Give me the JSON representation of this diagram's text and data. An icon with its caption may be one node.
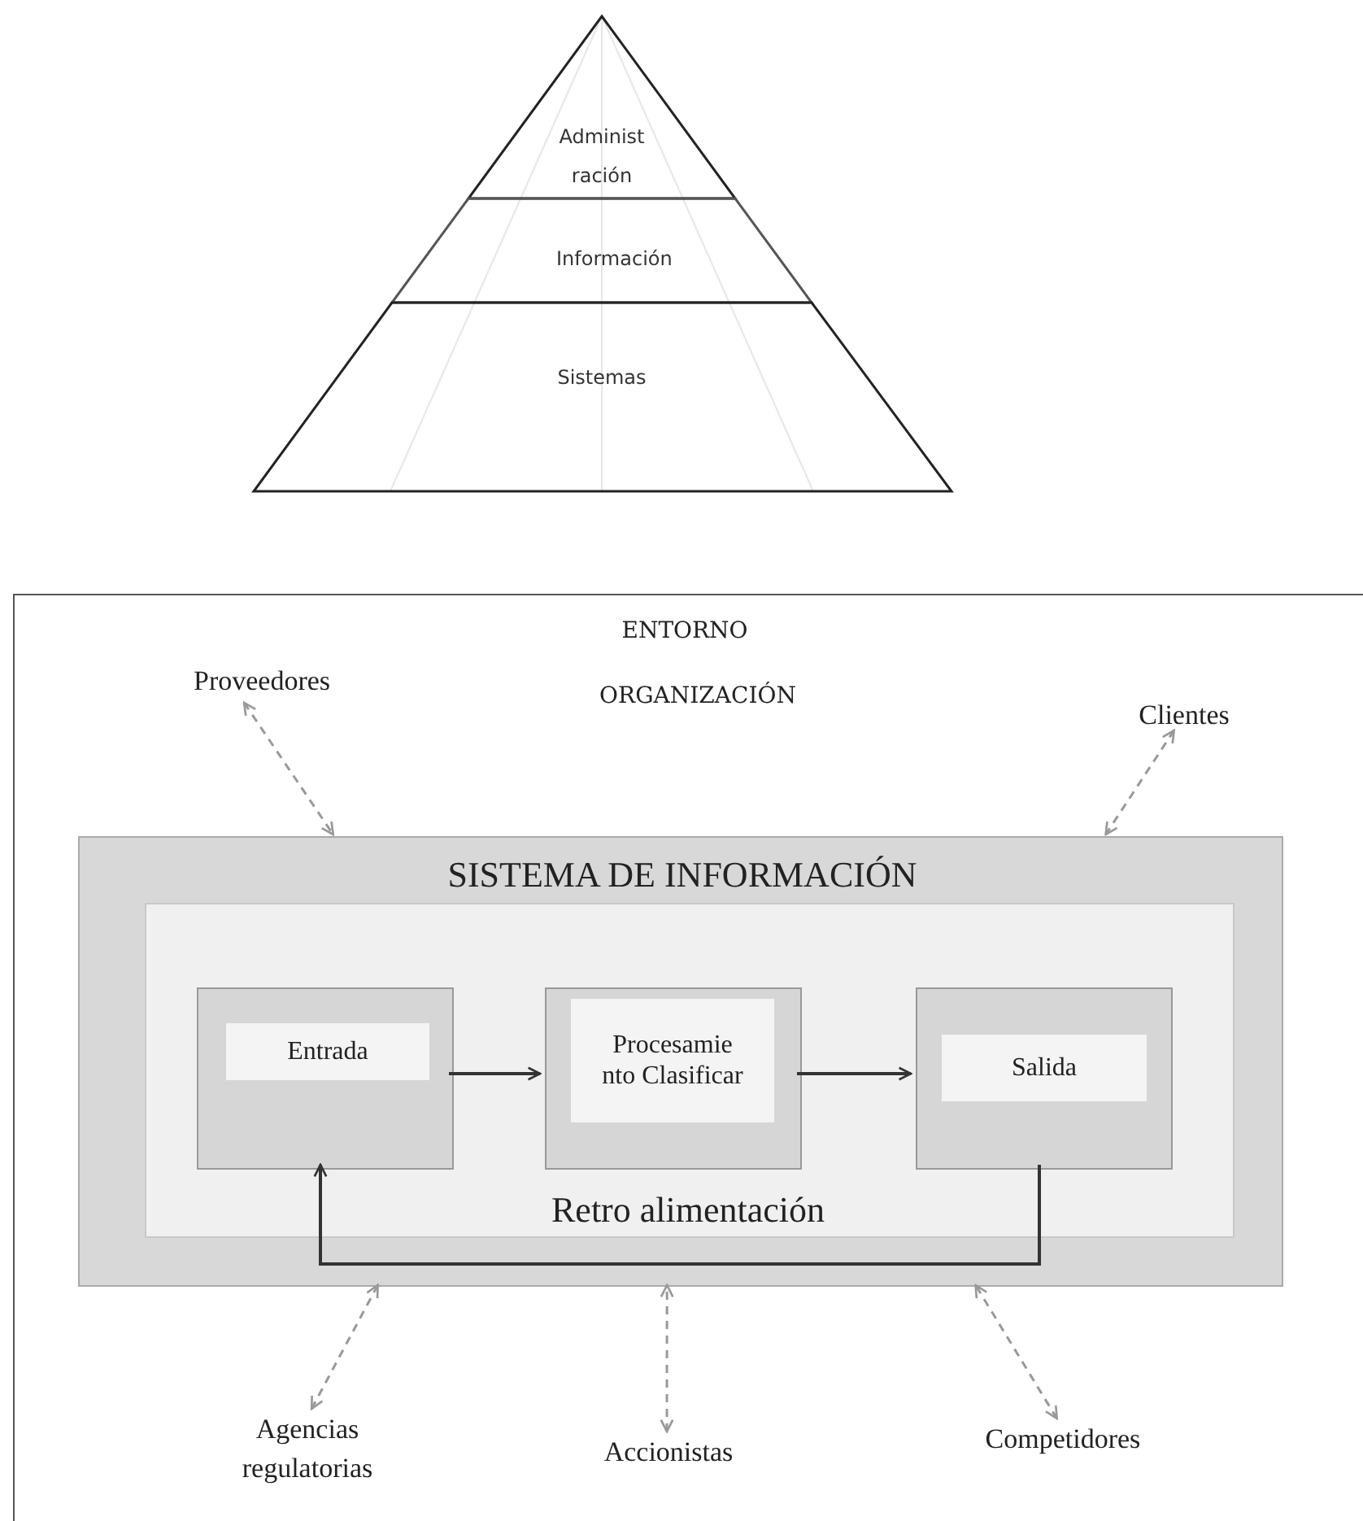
{
  "diagram": {
    "nodes": [
      {
        "text": [
          "Administ ración"
        ]
      },
      {
        "text": [
          "Información"
        ]
      },
      {
        "text": [
          "Sistemas"
        ]
      },
      {
        "text": [
          "ENTORNO",
          "ORGANIZACIÓN"
        ]
      },
      {
        "text": [
          "Proveedores"
        ],
        "in": 3
      },
      {
        "text": [
          "Clientes"
        ],
        "in": 3
      },
      {
        "text": [
          "SISTEMA DE INFORMACIÓN"
        ],
        "in": 3
      },
      {
        "text": [
          "Retro alimentación"
        ],
        "in": 6
      },
      {
        "text": [
          "Entrada"
        ],
        "in": 7
      },
      {
        "text": [
          "Procesamie nto Clasificar"
        ],
        "in": 7
      },
      {
        "text": [
          "Salida"
        ],
        "in": 7
      },
      {
        "text": [
          "Agencias regulatorias"
        ],
        "in": 3
      },
      {
        "text": [
          "Accionistas"
        ],
        "in": 3
      },
      {
        "text": [
          "Competidores"
        ],
        "in": 3
      }
    ],
    "edges": [
      {
        "from": 8,
        "to": 9,
        "arrow": "to",
        "color": "#333333"
      },
      {
        "from": 9,
        "to": 10,
        "arrow": "to",
        "color": "#333333"
      },
      {
        "from": 10,
        "to": 8,
        "arrow": "to",
        "color": "#333333"
      },
      {
        "from": 4,
        "to": 6,
        "arrow": "both",
        "style": "dashed",
        "color": "#999999"
      },
      {
        "from": 5,
        "to": 6,
        "arrow": "both",
        "style": "dashed",
        "color": "#999999"
      },
      {
        "from": 11,
        "to": 6,
        "arrow": "both",
        "style": "dashed",
        "color": "#999999"
      },
      {
        "from": 12,
        "to": 6,
        "arrow": "both",
        "style": "dashed",
        "color": "#999999"
      },
      {
        "from": 13,
        "to": 6,
        "arrow": "both",
        "style": "dashed",
        "color": "#999999"
      }
    ]
  }
}
